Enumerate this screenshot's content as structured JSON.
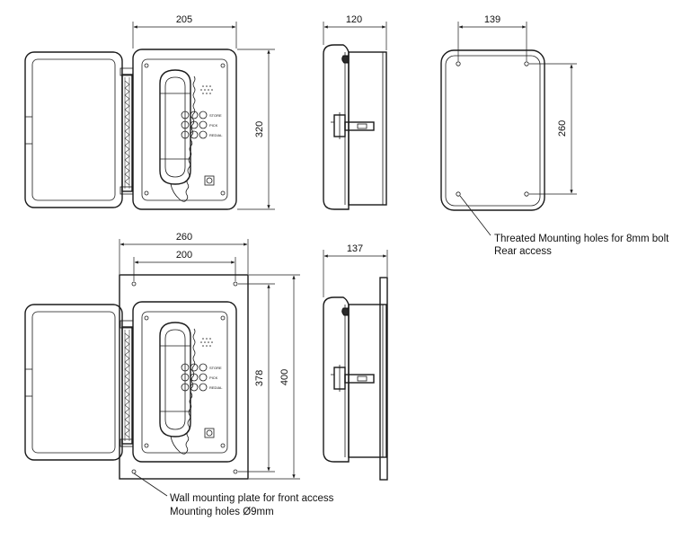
{
  "dimensions": {
    "top_front_width": "205",
    "top_front_height": "320",
    "top_side_depth": "120",
    "rear_hole_spacing_h": "139",
    "rear_hole_spacing_v": "260",
    "plate_width": "260",
    "plate_hole_spacing_h": "200",
    "plate_hole_spacing_v": "378",
    "plate_height": "400",
    "plate_side_depth": "137"
  },
  "keypad_labels": {
    "store": "STORE",
    "pick": "PICK",
    "redial": "REDIAL"
  },
  "notes": {
    "rear_line1": "Threated Mounting holes for 8mm bolt",
    "rear_line2": "Rear access",
    "plate_line1": "Wall mounting plate for front access",
    "plate_line2": "Mounting holes Ø9mm"
  }
}
